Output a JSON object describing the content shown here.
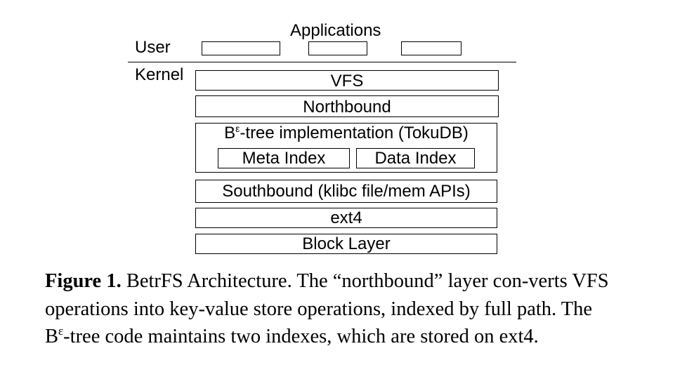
{
  "diagram": {
    "labels": {
      "applications": "Applications",
      "user": "User",
      "kernel": "Kernel"
    },
    "layers": {
      "vfs": "VFS",
      "northbound": "Northbound",
      "betree_base": "B",
      "betree_sup": "ε",
      "betree_rest": "-tree implementation (TokuDB)",
      "meta_index": "Meta Index",
      "data_index": "Data Index",
      "southbound": "Southbound (klibc file/mem APIs)",
      "ext4": "ext4",
      "block_layer": "Block Layer"
    }
  },
  "caption": {
    "figure_label": "Figure 1.",
    "text_1": " BetrFS Architecture. The “northbound” layer con-verts VFS operations into key-value store operations, indexed by full path. The B",
    "sup": "ε",
    "text_2": "-tree code maintains two indexes, which are stored on ext4."
  }
}
